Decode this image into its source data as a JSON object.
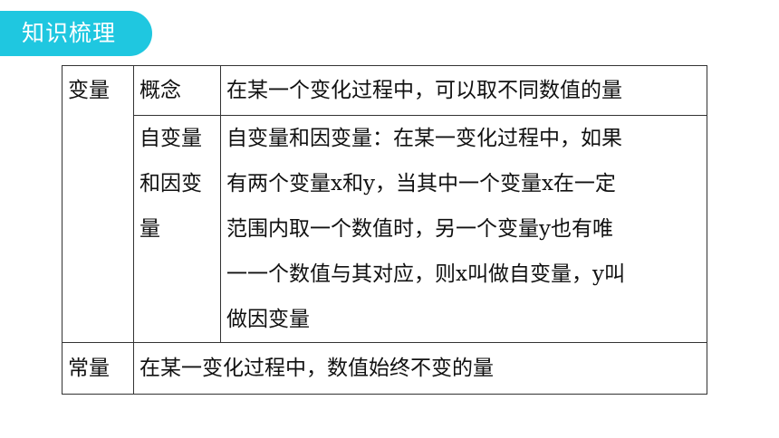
{
  "section_label": "知识梳理",
  "table": {
    "var_label": "变量",
    "concept_label": "概念",
    "concept_text": "在某一个变化过程中，可以取不同数值的量",
    "indep_label_lines": [
      "自变量",
      "和因变",
      "量"
    ],
    "indep_text_lines": [
      "自变量和因变量：在某一变化过程中，如果",
      "有两个变量x和y，当其中一个变量x在一定",
      "范围内取一个数值时，另一个变量y也有唯",
      "一一个数值与其对应，则x叫做自变量，y叫",
      "做因变量"
    ],
    "const_label": "常量",
    "const_text": "在某一变化过程中，数值始终不变的量"
  }
}
